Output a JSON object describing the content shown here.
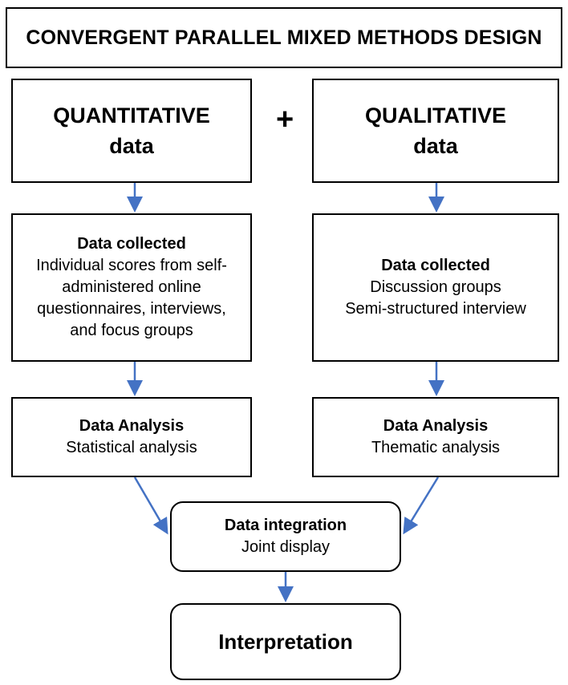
{
  "title": "CONVERGENT PARALLEL MIXED METHODS DESIGN",
  "quantitative": {
    "line1": "QUANTITATIVE",
    "line2": "data",
    "collected": {
      "heading": "Data collected",
      "lines": [
        "Individual scores from self-",
        "administered online",
        "questionnaires, interviews,",
        "and focus groups"
      ]
    },
    "analysis": {
      "heading": "Data Analysis",
      "text": "Statistical analysis"
    }
  },
  "plus": "+",
  "qualitative": {
    "line1": "QUALITATIVE",
    "line2": "data",
    "collected": {
      "heading": "Data collected",
      "lines": [
        "Discussion groups",
        "Semi-structured interview"
      ]
    },
    "analysis": {
      "heading": "Data Analysis",
      "text": "Thematic analysis"
    }
  },
  "integration": {
    "heading": "Data integration",
    "text": "Joint display"
  },
  "interpretation": "Interpretation",
  "colors": {
    "arrow": "#4472C4",
    "border": "#000000"
  }
}
